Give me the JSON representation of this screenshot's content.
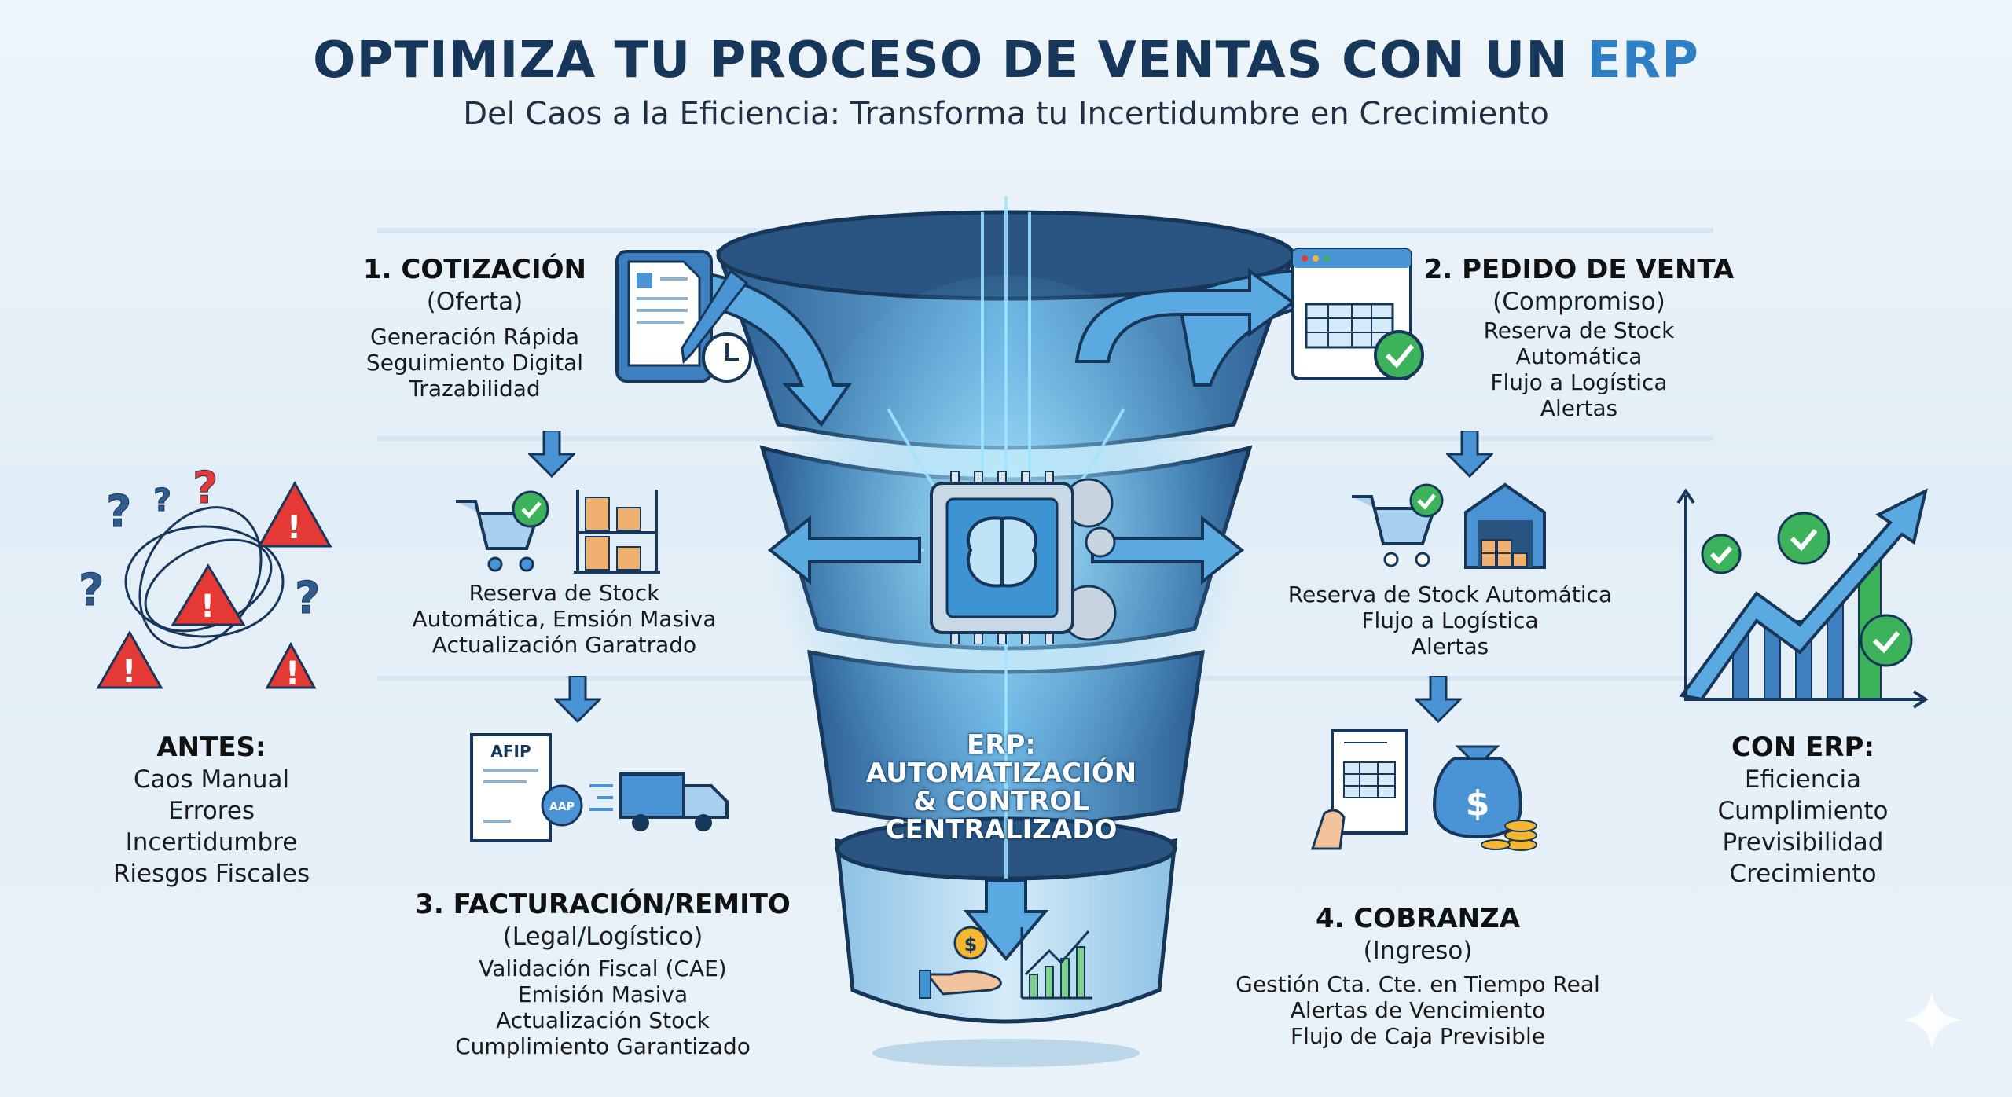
{
  "header": {
    "title_main": "OPTIMIZA TU PROCESO DE VENTAS CON UN",
    "title_accent": "ERP",
    "subtitle": "Del Caos a la Eficiencia: Transforma tu Incertidumbre en Crecimiento"
  },
  "before": {
    "heading": "ANTES:",
    "items": [
      "Caos Manual",
      "Errores",
      "Incertidumbre",
      "Riesgos Fiscales"
    ]
  },
  "after": {
    "heading": "CON ERP:",
    "items": [
      "Eficiencia",
      "Cumplimiento",
      "Previsibilidad",
      "Crecimiento"
    ]
  },
  "steps": [
    {
      "title": "1. COTIZACIÓN",
      "subtitle": "(Oferta)",
      "items": [
        "Generación Rápida",
        "Seguimiento Digital",
        "Trazabilidad"
      ]
    },
    {
      "title": "2. PEDIDO DE VENTA",
      "subtitle": "(Compromiso)",
      "items": [
        "Reserva de Stock",
        "Automática",
        "Flujo a Logística",
        "Alertas"
      ]
    },
    {
      "title": "3. FACTURACIÓN/REMITO",
      "subtitle": "(Legal/Logístico)",
      "items": [
        "Validación Fiscal (CAE)",
        "Emisión Masiva",
        "Actualización Stock",
        "Cumplimiento Garantizado"
      ]
    },
    {
      "title": "4. COBRANZA",
      "subtitle": "(Ingreso)",
      "items": [
        "Gestión Cta. Cte. en Tiempo Real",
        "Alertas de Vencimiento",
        "Flujo de Caja Previsible"
      ]
    }
  ],
  "left_middle": {
    "items": [
      "Reserva de Stock",
      "Automática, Emsión Masiva",
      "Actualización Garatrado"
    ]
  },
  "right_middle": {
    "items": [
      "Reserva de Stock Automática",
      "Flujo a Logística",
      "Alertas"
    ]
  },
  "center": {
    "lines": [
      "ERP:",
      "AUTOMATIZACIÓN",
      "& CONTROL",
      "CENTRALIZADO"
    ]
  },
  "icon_labels": {
    "afip_doc": "AFIP",
    "seal": "AAP",
    "coin": "$"
  },
  "colors": {
    "navy": "#17375a",
    "accent": "#2e7fc3",
    "green": "#3cb35a",
    "red": "#e53935",
    "orange": "#f0b070"
  }
}
